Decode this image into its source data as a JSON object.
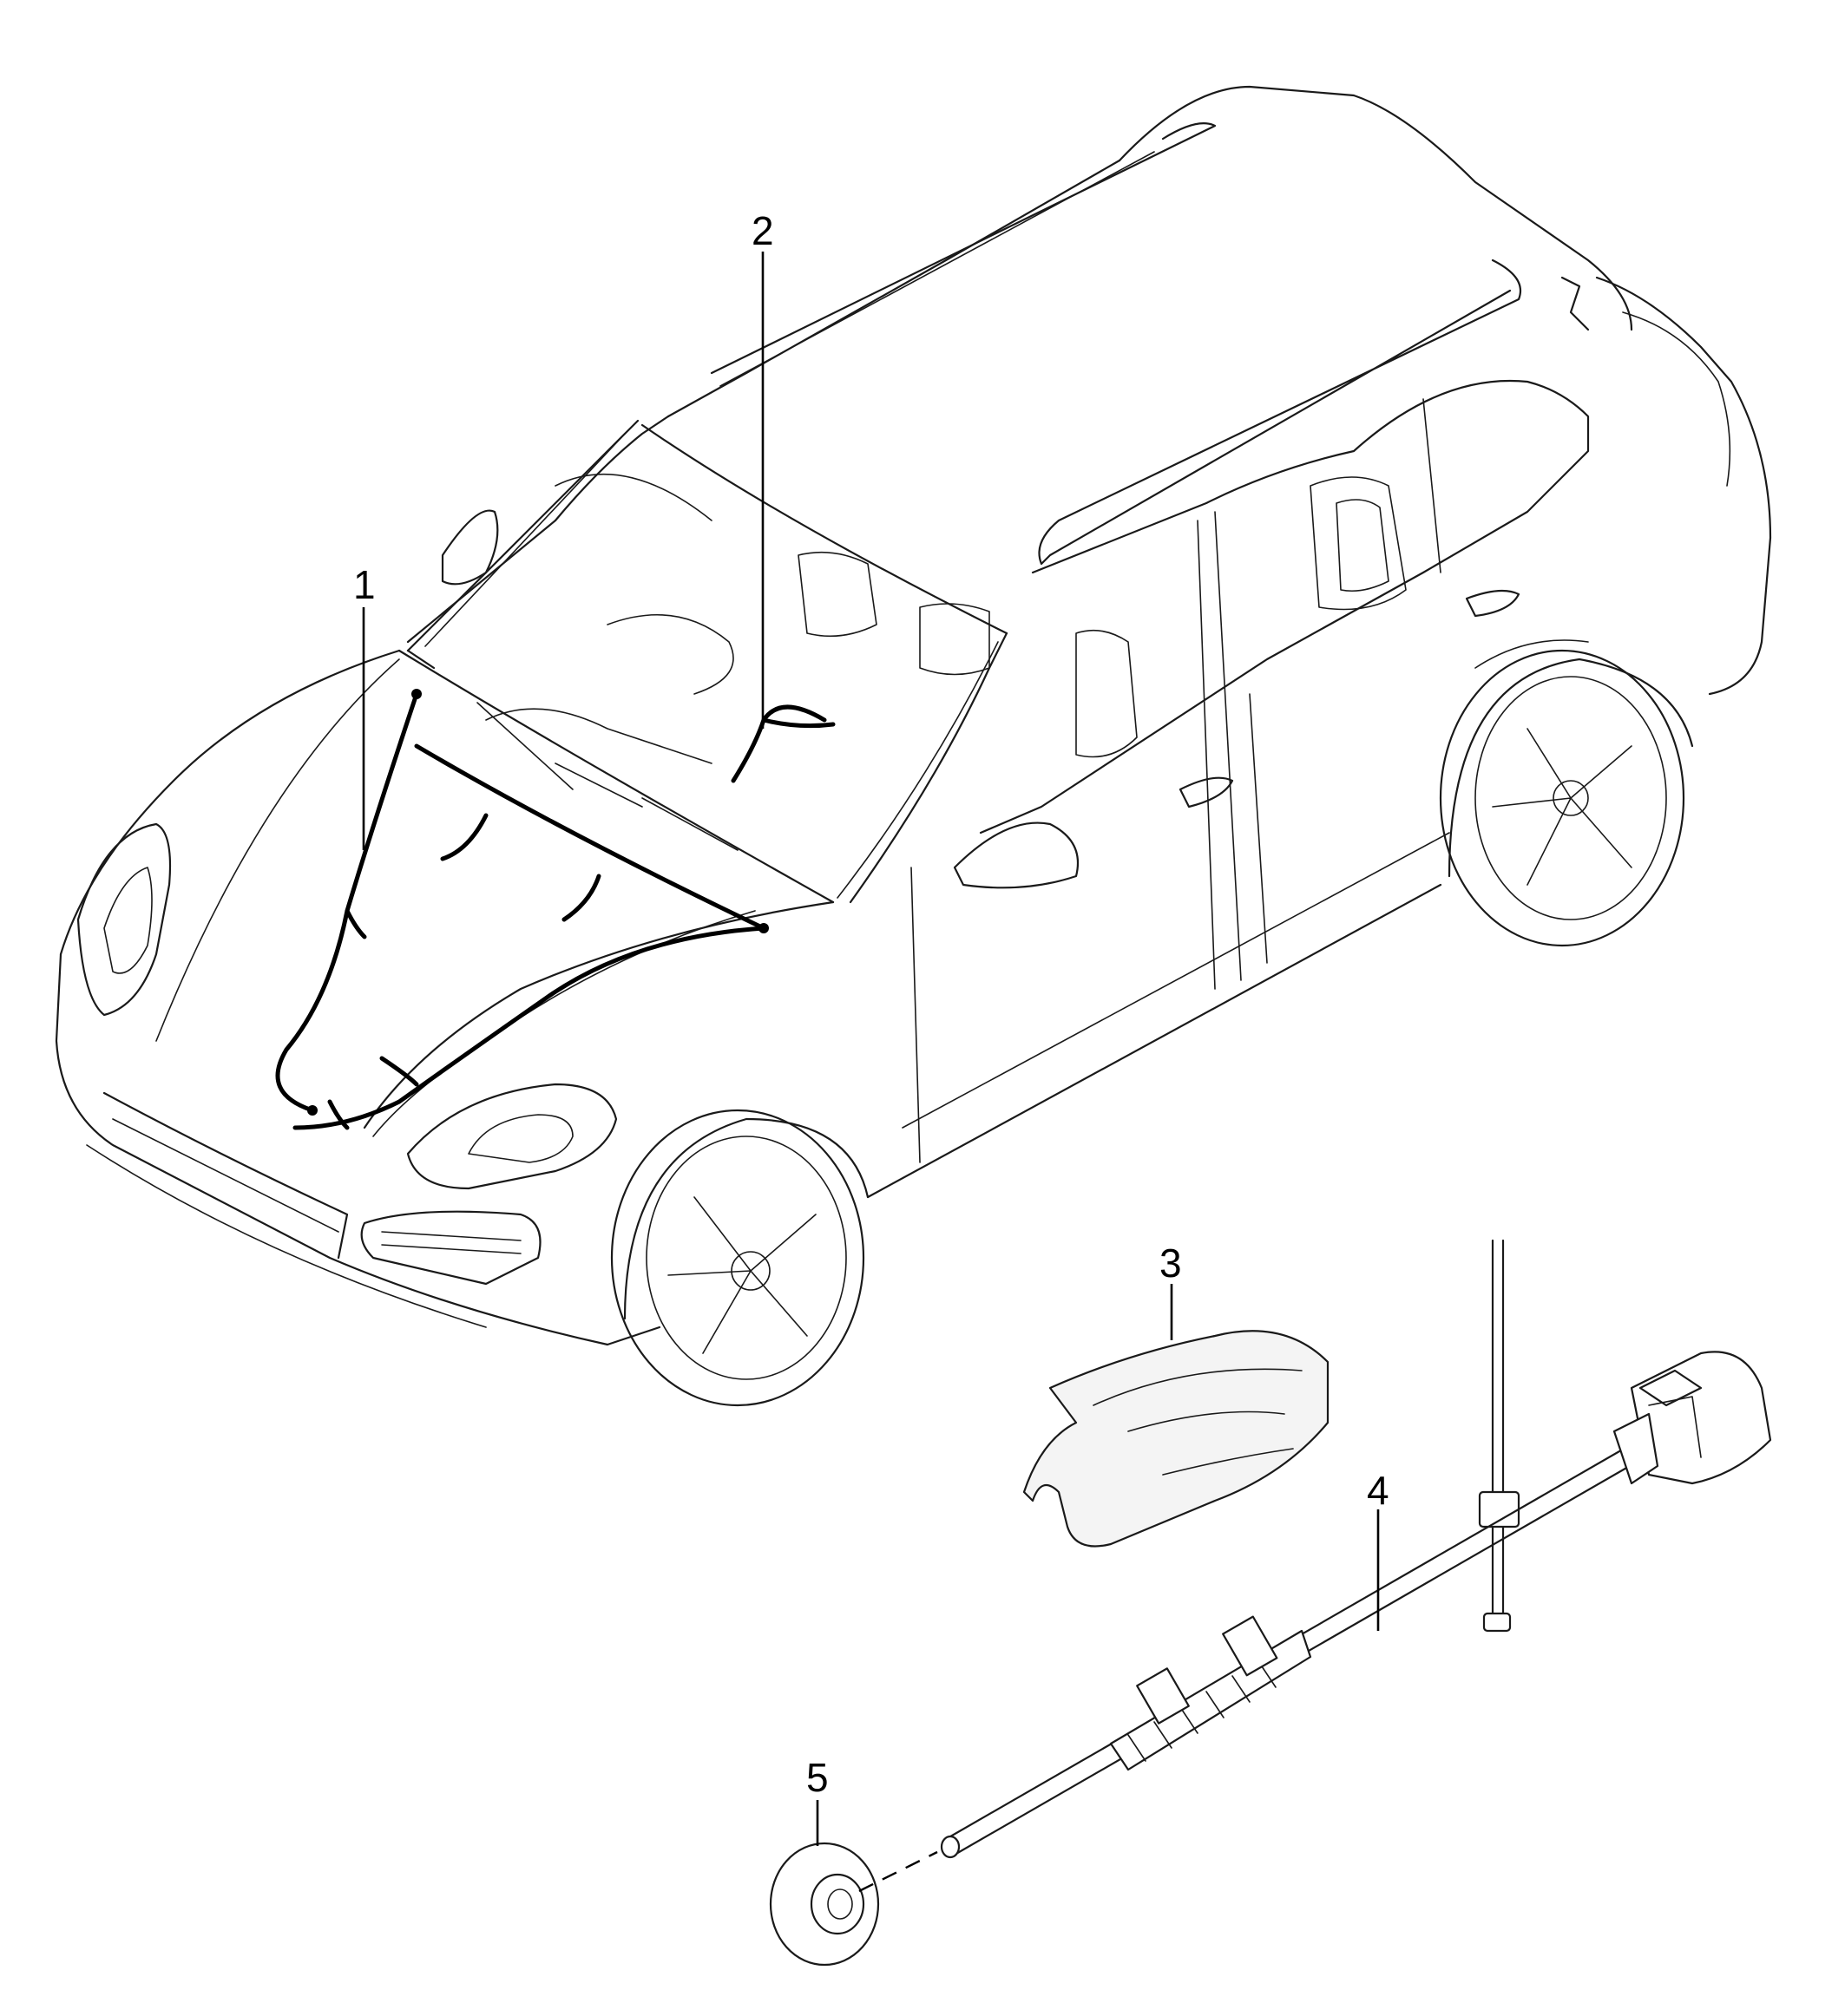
{
  "callouts": [
    {
      "id": "1",
      "label": "1"
    },
    {
      "id": "2",
      "label": "2"
    },
    {
      "id": "3",
      "label": "3"
    },
    {
      "id": "4",
      "label": "4"
    },
    {
      "id": "5",
      "label": "5"
    }
  ],
  "colors": {
    "line": "#1a1a1a",
    "background": "#ffffff",
    "harness": "#000000"
  }
}
